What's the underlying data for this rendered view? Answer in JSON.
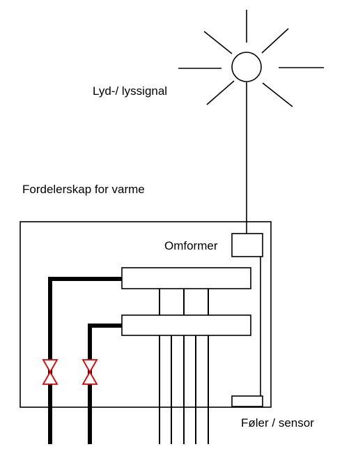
{
  "labels": {
    "signal": "Lyd-/ lyssignal",
    "cabinet": "Fordelerskap for varme",
    "converter": "Omformer",
    "sensor": "Føler / sensor"
  },
  "colors": {
    "line": "#000000",
    "valve": "#e00000",
    "background": "#ffffff"
  },
  "icons": {
    "signal": "sun-lamp-icon",
    "valve": "butterfly-valve-icon"
  }
}
